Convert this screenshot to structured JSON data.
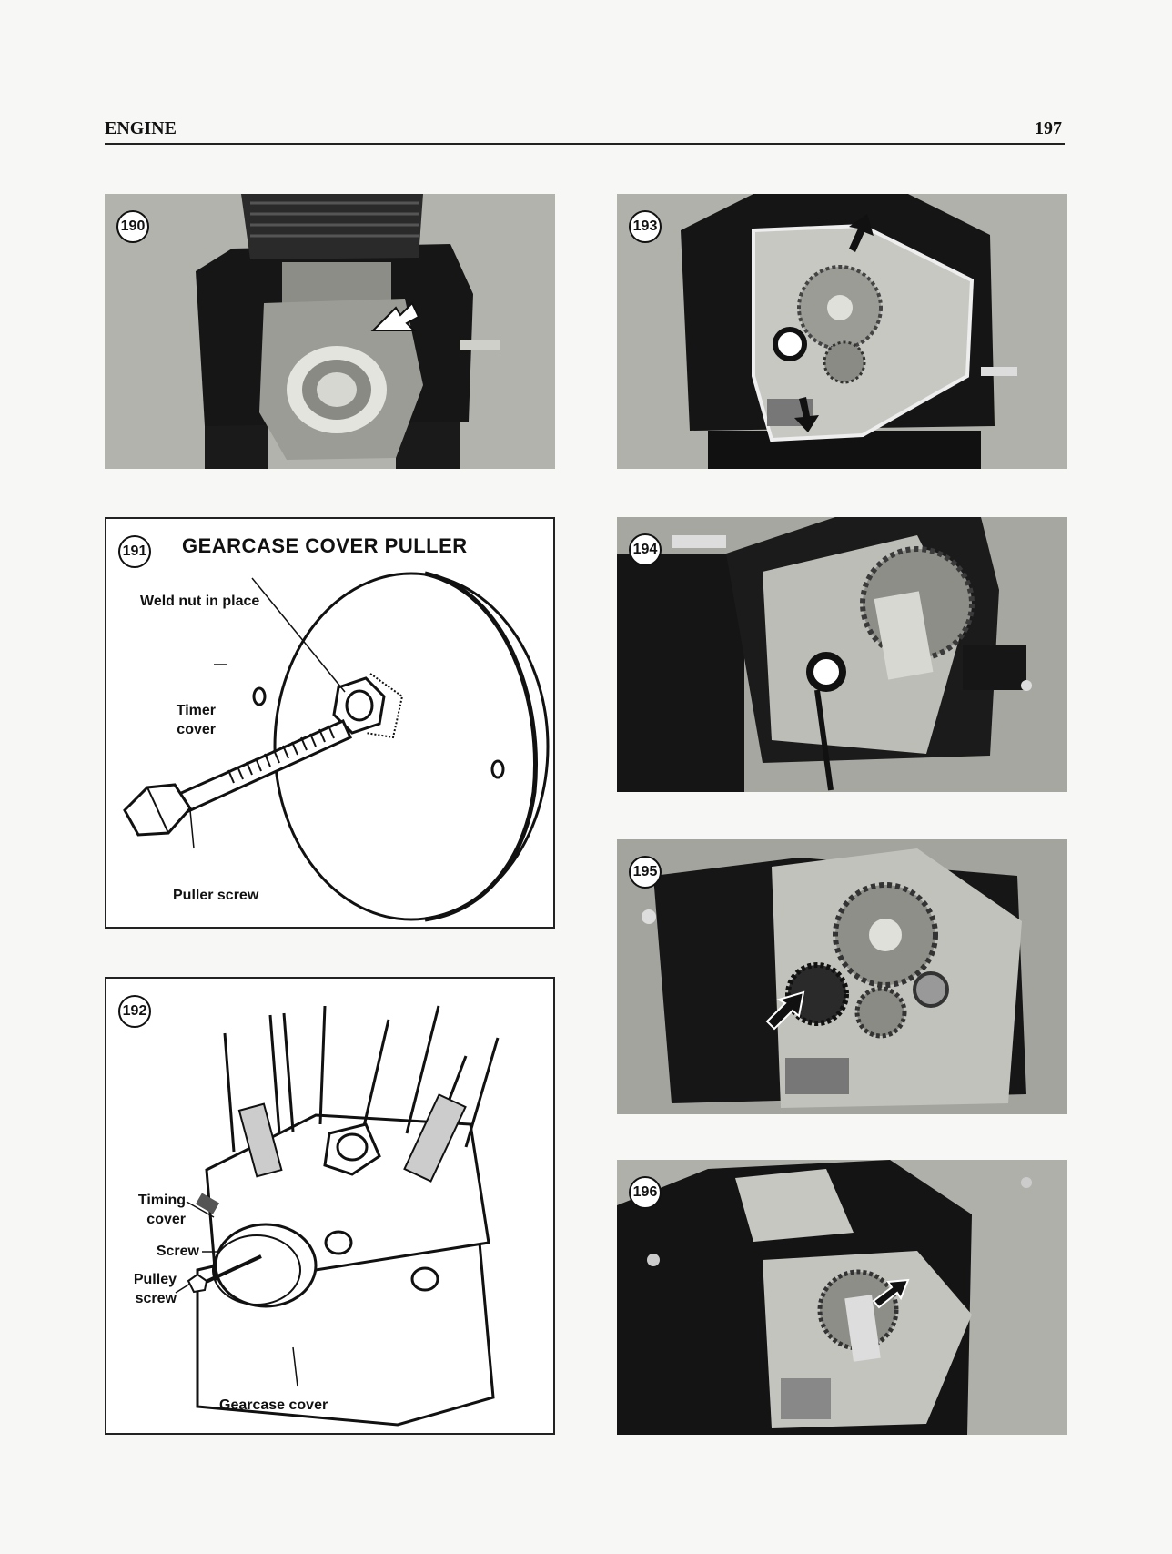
{
  "header": {
    "section_title": "ENGINE",
    "page_number": "197"
  },
  "figures": {
    "fig190": {
      "number": "190"
    },
    "fig191": {
      "number": "191",
      "title": "GEARCASE COVER PULLER",
      "labels": {
        "weld_nut": "Weld nut in place",
        "timer_cover_line1": "Timer",
        "timer_cover_line2": "cover",
        "puller_screw": "Puller screw"
      }
    },
    "fig192": {
      "number": "192",
      "labels": {
        "timing_cover_line1": "Timing",
        "timing_cover_line2": "cover",
        "screw": "Screw",
        "pulley_screw_line1": "Pulley",
        "pulley_screw_line2": "screw",
        "gearcase_cover": "Gearcase cover"
      }
    },
    "fig193": {
      "number": "193"
    },
    "fig194": {
      "number": "194"
    },
    "fig195": {
      "number": "195"
    },
    "fig196": {
      "number": "196"
    }
  },
  "colors": {
    "text": "#111111",
    "photo_bg": "#a9a9a5",
    "engine_dark": "#141414",
    "metal": "#c9c9c4"
  }
}
